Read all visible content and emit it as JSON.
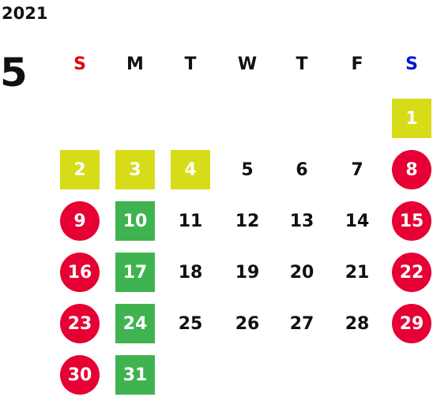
{
  "header": {
    "year": "2021",
    "month": "5"
  },
  "weekdays": [
    {
      "label": "S",
      "color": "#e60012"
    },
    {
      "label": "M",
      "color": "#111111"
    },
    {
      "label": "T",
      "color": "#111111"
    },
    {
      "label": "W",
      "color": "#111111"
    },
    {
      "label": "T",
      "color": "#111111"
    },
    {
      "label": "F",
      "color": "#111111"
    },
    {
      "label": "S",
      "color": "#0018d8"
    }
  ],
  "colors": {
    "holiday_yellow": "#d6dc17",
    "holiday_green": "#3fb34f",
    "closed_red": "#e60033",
    "text_dark": "#111111",
    "text_light": "#ffffff"
  },
  "days": [
    {
      "day": "1",
      "style": "yellow"
    },
    {
      "day": "2",
      "style": "yellow"
    },
    {
      "day": "3",
      "style": "yellow"
    },
    {
      "day": "4",
      "style": "yellow"
    },
    {
      "day": "5",
      "style": "plain"
    },
    {
      "day": "6",
      "style": "plain"
    },
    {
      "day": "7",
      "style": "plain"
    },
    {
      "day": "8",
      "style": "red"
    },
    {
      "day": "9",
      "style": "red"
    },
    {
      "day": "10",
      "style": "green"
    },
    {
      "day": "11",
      "style": "plain"
    },
    {
      "day": "12",
      "style": "plain"
    },
    {
      "day": "13",
      "style": "plain"
    },
    {
      "day": "14",
      "style": "plain"
    },
    {
      "day": "15",
      "style": "red"
    },
    {
      "day": "16",
      "style": "red"
    },
    {
      "day": "17",
      "style": "green"
    },
    {
      "day": "18",
      "style": "plain"
    },
    {
      "day": "19",
      "style": "plain"
    },
    {
      "day": "20",
      "style": "plain"
    },
    {
      "day": "21",
      "style": "plain"
    },
    {
      "day": "22",
      "style": "red"
    },
    {
      "day": "23",
      "style": "red"
    },
    {
      "day": "24",
      "style": "green"
    },
    {
      "day": "25",
      "style": "plain"
    },
    {
      "day": "26",
      "style": "plain"
    },
    {
      "day": "27",
      "style": "plain"
    },
    {
      "day": "28",
      "style": "plain"
    },
    {
      "day": "29",
      "style": "red"
    },
    {
      "day": "30",
      "style": "red"
    },
    {
      "day": "31",
      "style": "green"
    }
  ]
}
